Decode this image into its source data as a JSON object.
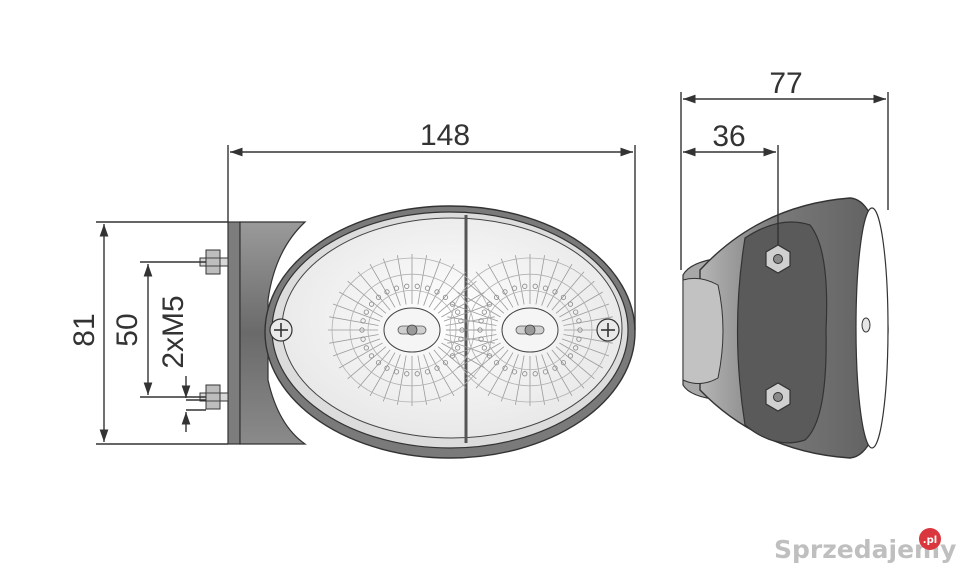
{
  "dimensions": {
    "overall_width": "148",
    "side_depth": "77",
    "side_mount_offset": "36",
    "overall_height": "81",
    "bolt_spacing": "50",
    "bolt_spec": "2xM5"
  },
  "watermark": {
    "text": "Sprzedajemy",
    "badge": ".pl"
  },
  "colors": {
    "line": "#333333",
    "housing_dark": "#6f6f6f",
    "housing_mid": "#8c8c8c",
    "lens_fill": "#f2f2f2",
    "watermark": "#bfbfbf",
    "badge": "#d9363e"
  }
}
